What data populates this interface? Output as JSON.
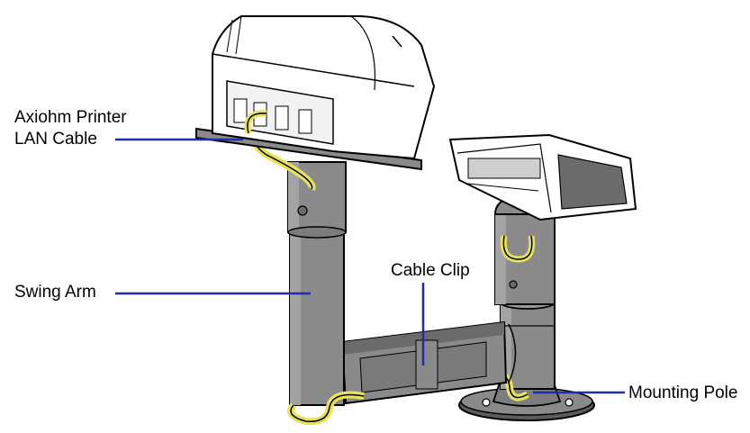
{
  "colors": {
    "leader_line": "#1f2fa8",
    "pole_fill": "#8a8a8a",
    "pole_dark": "#5c5c5c",
    "cable_highlight": "#e6e35a",
    "outline": "#000000"
  },
  "callouts": {
    "printer_cable_line1": "Axiohm Printer",
    "printer_cable_line2": "LAN Cable",
    "swing_arm": "Swing Arm",
    "cable_clip": "Cable Clip",
    "mounting_pole": "Mounting Pole"
  },
  "components": [
    {
      "name": "printer",
      "icon": "receipt-printer"
    },
    {
      "name": "payment-terminal",
      "icon": "card-terminal"
    },
    {
      "name": "swing-arm",
      "icon": "pole"
    },
    {
      "name": "mounting-pole",
      "icon": "pole"
    },
    {
      "name": "cable-clip",
      "icon": "clip"
    },
    {
      "name": "lan-cable",
      "icon": "cable"
    }
  ]
}
